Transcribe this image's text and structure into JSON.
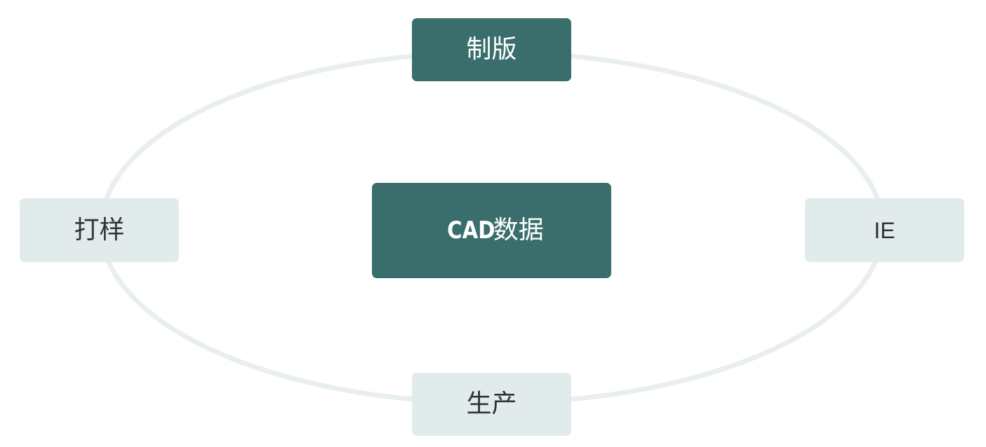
{
  "diagram": {
    "center": {
      "latin": "CAD",
      "cjk": "数据"
    },
    "nodes": {
      "top": {
        "label": "制版"
      },
      "left": {
        "label": "打样"
      },
      "right": {
        "label": "IE"
      },
      "bottom": {
        "label": "生产"
      }
    },
    "colors": {
      "dark_node": "#3a6e6c",
      "light_node": "#e2ebeb",
      "ring": "#e8efee",
      "dark_text": "#ffffff",
      "light_text": "#333333"
    }
  }
}
